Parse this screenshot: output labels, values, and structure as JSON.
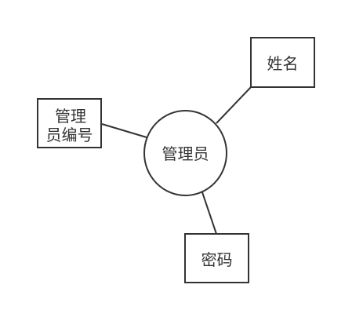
{
  "diagram": {
    "entity": {
      "label": "管理员",
      "shape": "ellipse"
    },
    "attributes": [
      {
        "id": "name",
        "lines": [
          "姓名"
        ],
        "shape": "rectangle"
      },
      {
        "id": "admin-id",
        "lines": [
          "管理",
          "员编号"
        ],
        "shape": "rectangle"
      },
      {
        "id": "password",
        "lines": [
          "密码"
        ],
        "shape": "rectangle"
      }
    ],
    "connections": [
      {
        "from": "entity",
        "to": "name"
      },
      {
        "from": "entity",
        "to": "admin-id"
      },
      {
        "from": "entity",
        "to": "password"
      }
    ],
    "colors": {
      "stroke": "#333333",
      "text": "#333333",
      "fill": "#ffffff"
    }
  }
}
